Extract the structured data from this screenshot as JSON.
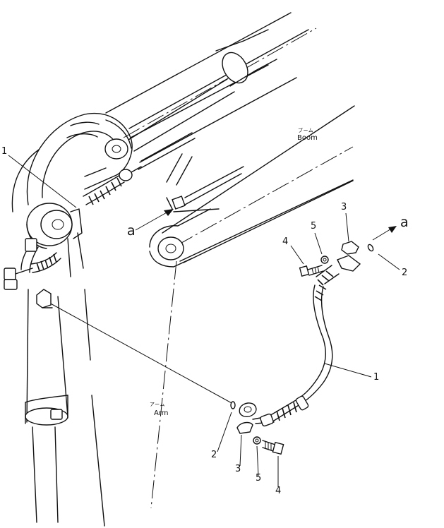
{
  "labels": {
    "part_1_top_left": "1",
    "part_1_right": "1",
    "part_2_right": "2",
    "part_2_bottom": "2",
    "part_3_top": "3",
    "part_3_bottom": "3",
    "part_4_top": "4",
    "part_4_bottom": "4",
    "part_5_top": "5",
    "part_5_bottom": "5",
    "view_a_left": "a",
    "view_a_right": "a",
    "boom_jp": "ブーム",
    "boom_en": "Boom",
    "arm_jp": "アーム",
    "arm_en": "Arm"
  }
}
